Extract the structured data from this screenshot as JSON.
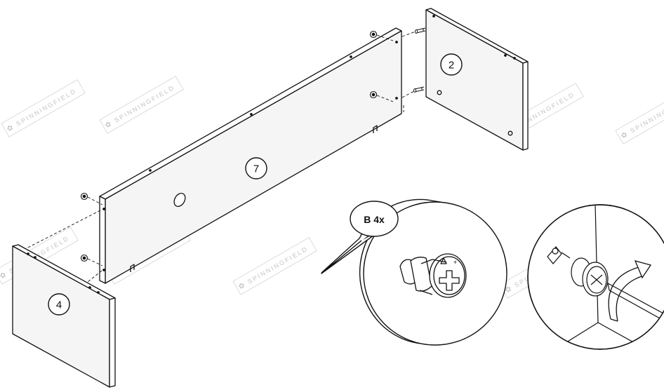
{
  "watermark": {
    "brand": "SPINNINGFIELD"
  },
  "parts": {
    "back_panel": {
      "number": "7"
    },
    "right_side_panel": {
      "number": "2"
    },
    "left_side_panel": {
      "number": "4"
    }
  },
  "detail": {
    "fitting_label": "B 4x"
  },
  "colors": {
    "line": "#111111",
    "panel_fill": "#f5f5f5",
    "watermark": "#bdbdbd"
  }
}
